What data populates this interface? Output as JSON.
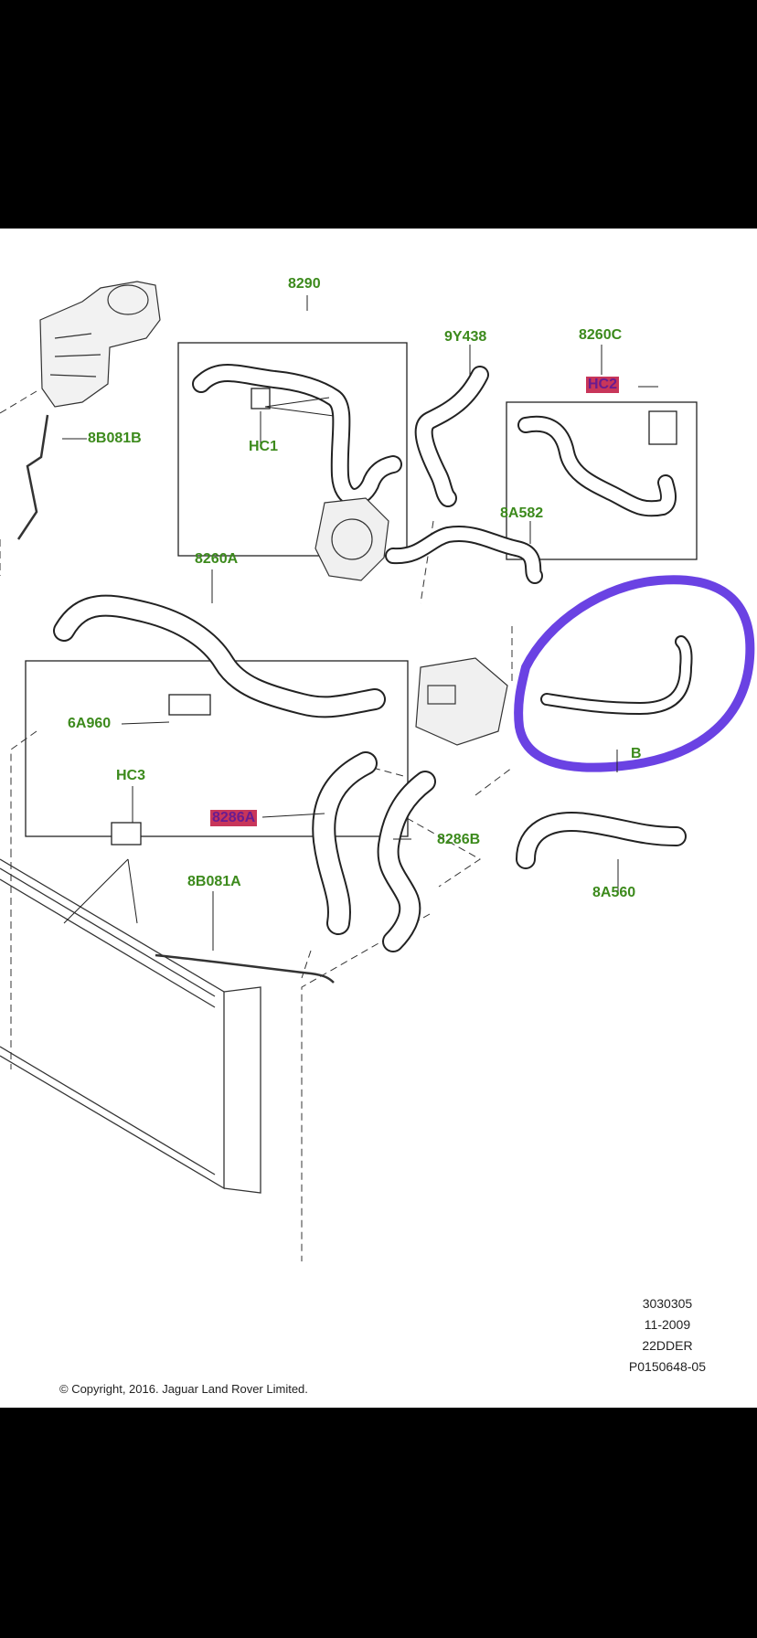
{
  "labels": {
    "p8290": "8290",
    "p9y438": "9Y438",
    "p8260c": "8260C",
    "hc1": "HC1",
    "hc2": "HC2",
    "p8b081b": "8B081B",
    "p8a582": "8A582",
    "p8260a": "8260A",
    "p6a960": "6A960",
    "hc3": "HC3",
    "p8286a": "8286A",
    "p8286b": "8286B",
    "p8b081a": "8B081A",
    "p8a560": "8A560",
    "partial_b": "B"
  },
  "reference": {
    "code": "3030305",
    "date": "11-2009",
    "model": "22DDER",
    "part_no": "P0150648-05"
  },
  "copyright": "© Copyright, 2016. Jaguar Land Rover Limited.",
  "colors": {
    "label_green": "#3c8a1c",
    "highlight_red": "#c8365a",
    "marker_purple": "#5a2ee0",
    "line": "#1a1a1a"
  }
}
